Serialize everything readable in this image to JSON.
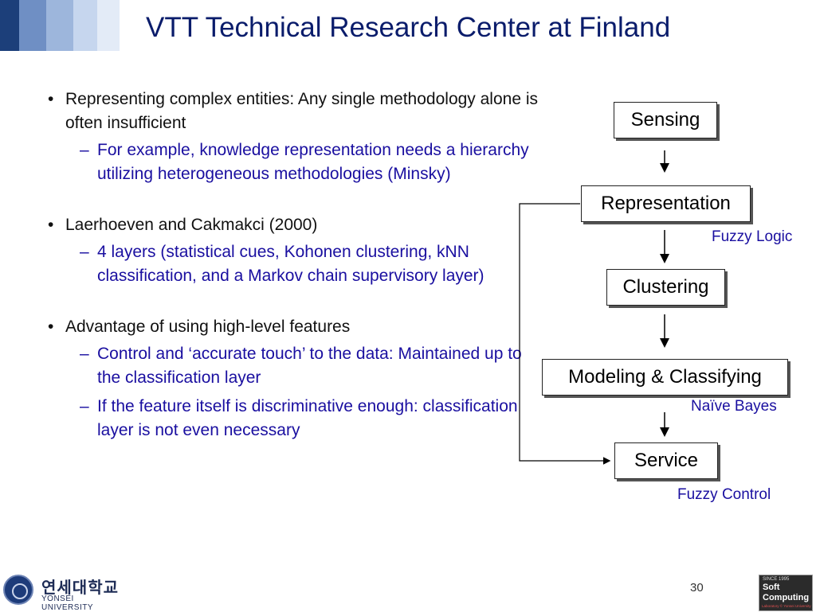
{
  "title": "VTT Technical Research Center at Finland",
  "bullets": [
    {
      "text": "Representing complex entities:  Any single methodology alone is often insufficient",
      "subs": [
        "For example, knowledge representation needs a hierarchy utilizing heterogeneous methodologies (Minsky)"
      ]
    },
    {
      "text": "Laerhoeven and Cakmakci (2000)",
      "subs": [
        "4 layers (statistical cues, Kohonen clustering, kNN classification, and a Markov chain supervisory layer)"
      ]
    },
    {
      "text": "Advantage of using high-level features",
      "subs": [
        "Control and ‘accurate touch’ to the data: Maintained up to the classification layer",
        "If the feature itself is discriminative enough: classification layer is not even necessary"
      ]
    }
  ],
  "flow": {
    "boxes": [
      "Sensing",
      "Representation",
      "Clustering",
      "Modeling & Classifying",
      "Service"
    ],
    "notes": [
      "Fuzzy Logic",
      "Naïve Bayes",
      "Fuzzy Control"
    ]
  },
  "footer": {
    "university_ko": "연세대학교",
    "university_en": "YONSEI UNIVERSITY",
    "page_number": "30",
    "logo_since": "SINCE 1995",
    "logo_word1": "Soft",
    "logo_word2": "Computing",
    "logo_lab": "Laboratory © Yonsei University"
  },
  "colors": {
    "title": "#0a1c6b",
    "sub_bullet": "#1a0fa0",
    "band": [
      "#1c3f7a",
      "#6f8fc4",
      "#9db6dc",
      "#c6d6ee",
      "#e3ebf7"
    ]
  }
}
